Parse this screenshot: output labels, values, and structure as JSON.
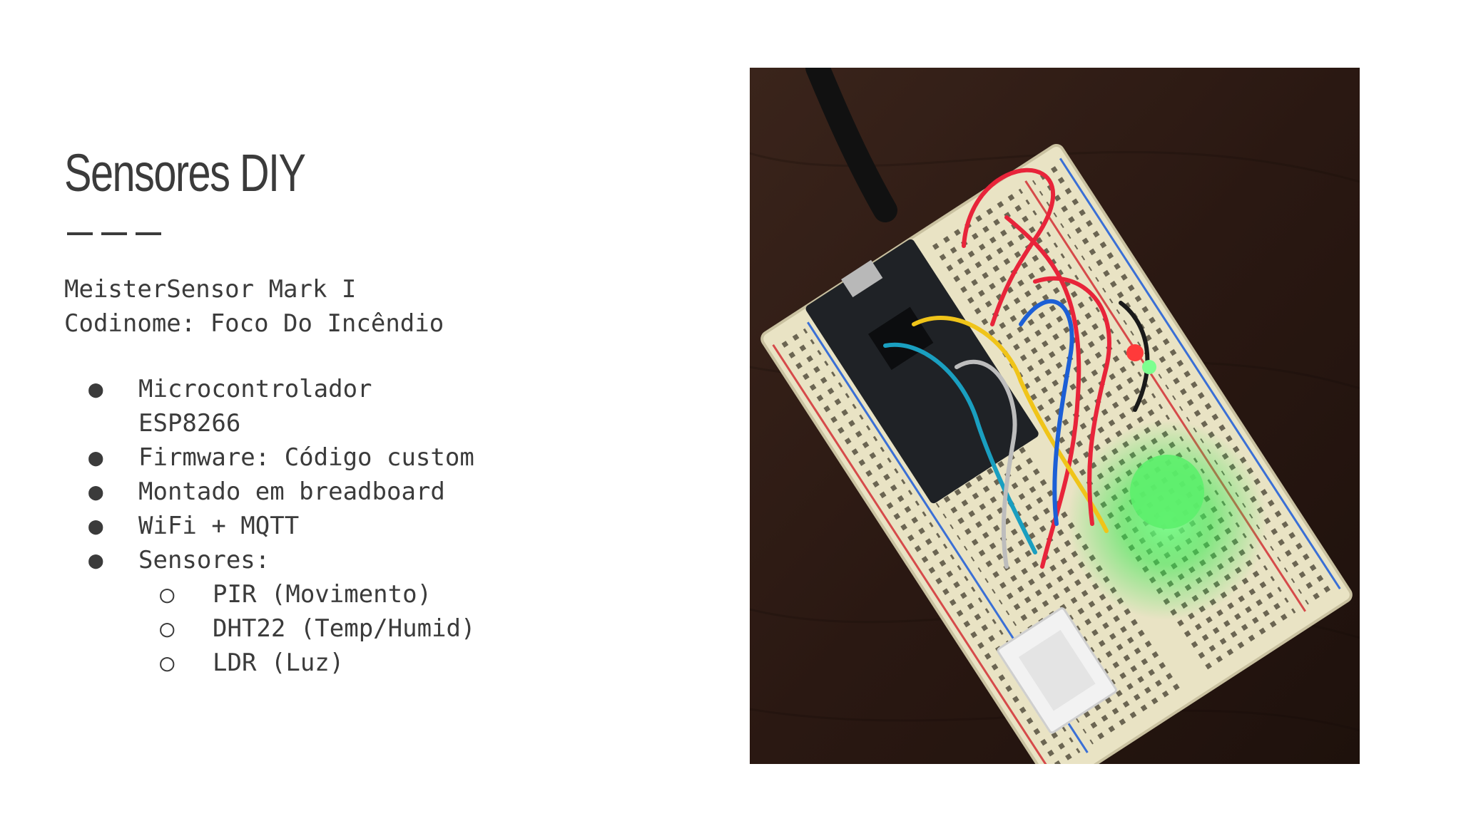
{
  "slide": {
    "title": "Sensores DIY",
    "intro": [
      "MeisterSensor Mark I",
      "Codinome: Foco Do Incêndio"
    ],
    "bullet_symbol": "●",
    "sub_bullet_symbol": "○",
    "bullets": [
      {
        "lines": [
          "Microcontrolador",
          "ESP8266"
        ]
      },
      {
        "lines": [
          "Firmware: Código custom"
        ]
      },
      {
        "lines": [
          "Montado em breadboard"
        ]
      },
      {
        "lines": [
          "WiFi + MQTT"
        ]
      },
      {
        "lines": [
          "Sensores:"
        ]
      }
    ],
    "sub_bullets": [
      "PIR (Movimento)",
      "DHT22 (Temp/Humid)",
      "LDR (Luz)"
    ],
    "photo": {
      "icon": "breadboard-circuit-photo",
      "colors": {
        "table": "#2b1a14",
        "breadboard": "#e9e3c4",
        "board": "#1f2226",
        "led_green": "#2ee84a",
        "wire_red": "#e8243a",
        "wire_blue": "#1c5fd6",
        "wire_yellow": "#f0c419",
        "wire_cyan": "#1a9fc0"
      }
    }
  }
}
